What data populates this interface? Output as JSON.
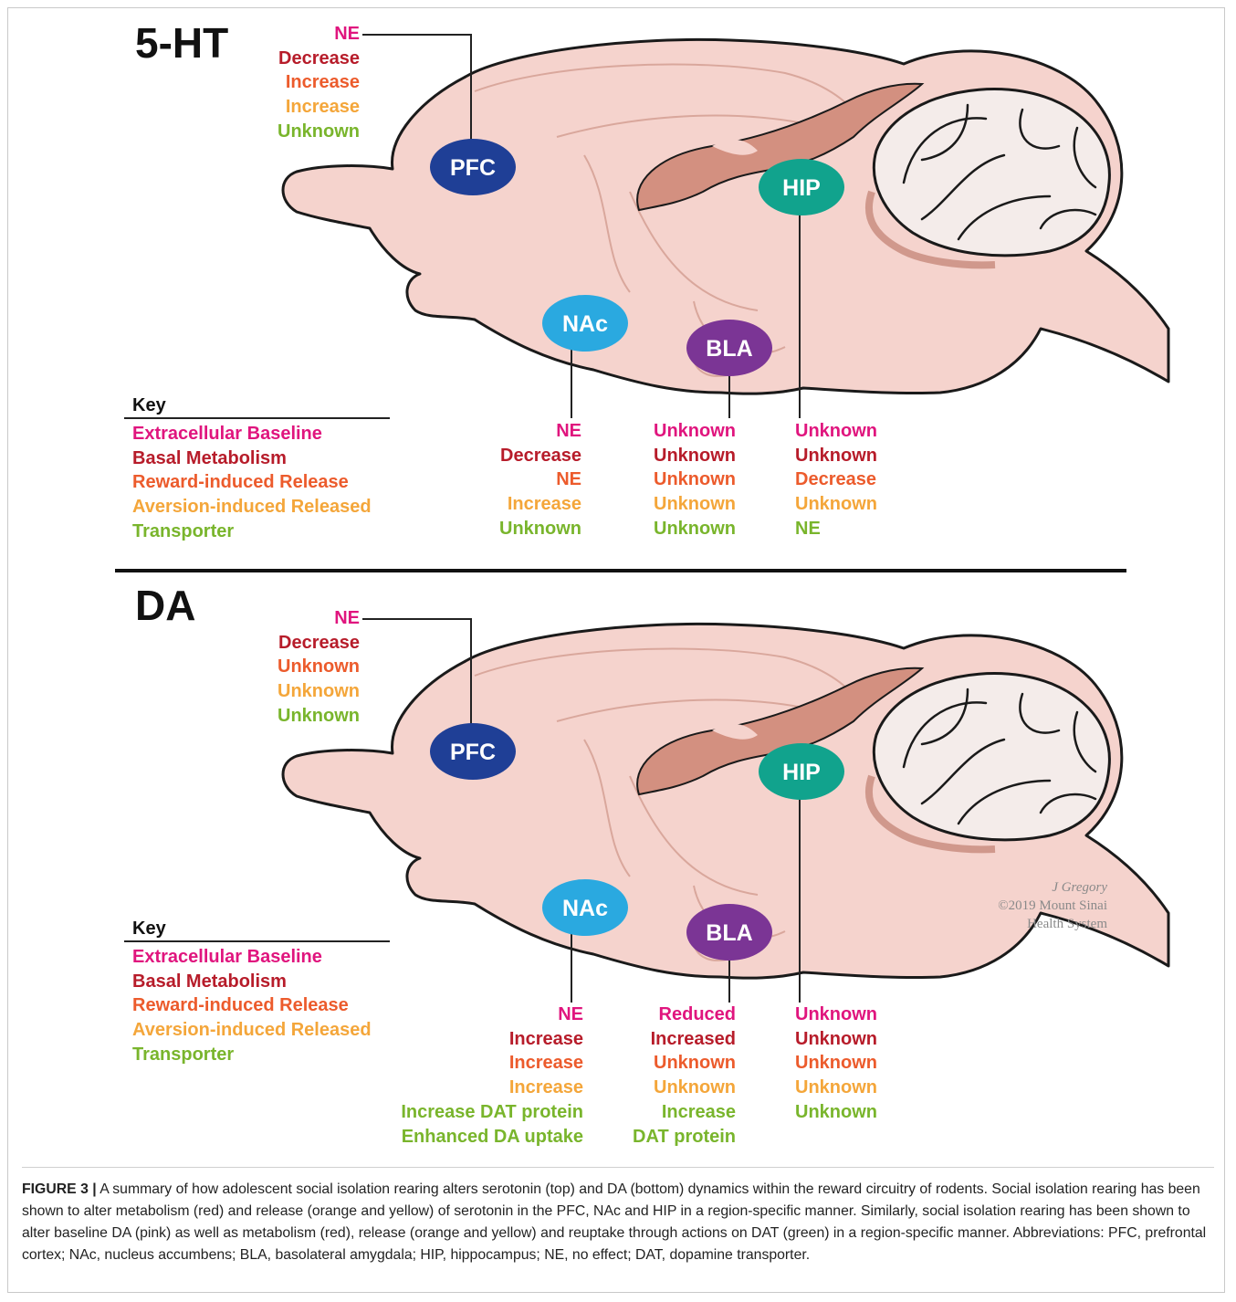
{
  "colors": {
    "pink": "#e0157e",
    "red": "#b71c2a",
    "orange": "#ec5b2c",
    "yellow": "#f4a63a",
    "green": "#79b52c",
    "brain": "#f5d3cd",
    "brain_dark": "#d39080",
    "pfc": "#1f3f96",
    "nac": "#2aa9e0",
    "bla": "#7b3595",
    "hip": "#11a38d"
  },
  "panels": [
    {
      "title": "5-HT",
      "pfc": [
        "NE",
        "Decrease",
        "Increase",
        "Increase",
        "Unknown"
      ],
      "nac": [
        "NE",
        "Decrease",
        "NE",
        "Increase",
        "Unknown"
      ],
      "bla": [
        "Unknown",
        "Unknown",
        "Unknown",
        "Unknown",
        "Unknown"
      ],
      "hip": [
        "Unknown",
        "Unknown",
        "Decrease",
        "Unknown",
        "NE"
      ],
      "key_title": "Key",
      "key": [
        "Extracellular Baseline",
        "Basal Metabolism",
        "Reward-induced Release",
        "Aversion-induced Released",
        "Transporter"
      ]
    },
    {
      "title": "DA",
      "pfc": [
        "NE",
        "Decrease",
        "Unknown",
        "Unknown",
        "Unknown"
      ],
      "nac": [
        "NE",
        "Increase",
        "Increase",
        "Increase",
        "Increase DAT protein",
        "Enhanced DA uptake"
      ],
      "bla": [
        "Reduced",
        "Increased",
        "Unknown",
        "Unknown",
        "Increase",
        "DAT protein"
      ],
      "hip": [
        "Unknown",
        "Unknown",
        "Unknown",
        "Unknown",
        "Unknown"
      ],
      "key_title": "Key",
      "key": [
        "Extracellular Baseline",
        "Basal Metabolism",
        "Reward-induced Release",
        "Aversion-induced Released",
        "Transporter"
      ]
    }
  ],
  "regions": {
    "pfc": "PFC",
    "nac": "NAc",
    "bla": "BLA",
    "hip": "HIP"
  },
  "credit": {
    "artist": "J Gregory",
    "line2": "©2019 Mount Sinai",
    "line3": "Health System"
  },
  "caption": {
    "label": "FIGURE 3 |",
    "text": "A summary of how adolescent social isolation rearing alters serotonin (top) and DA (bottom) dynamics within the reward circuitry of rodents. Social isolation rearing has been shown to alter metabolism (red) and release (orange and yellow) of serotonin in the PFC, NAc and HIP in a region-specific manner. Similarly, social isolation rearing has been shown to alter baseline DA (pink) as well as metabolism (red), release (orange and yellow) and reuptake through actions on DAT (green) in a region-specific manner. Abbreviations: PFC, prefrontal cortex; NAc, nucleus accumbens; BLA, basolateral amygdala; HIP, hippocampus; NE, no effect; DAT, dopamine transporter."
  }
}
